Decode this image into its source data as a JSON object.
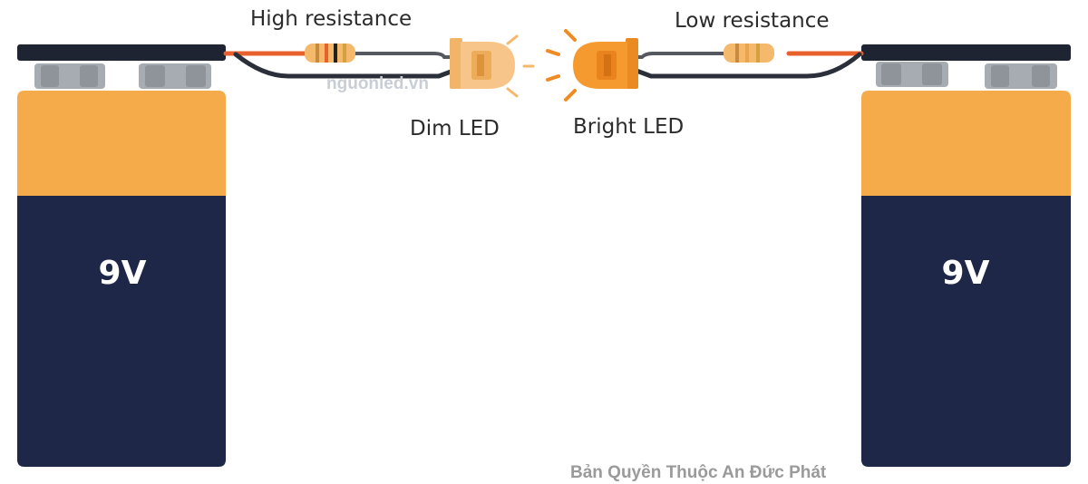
{
  "labels": {
    "high_resistance": "High resistance",
    "low_resistance": "Low resistance",
    "dim_led": "Dim LED",
    "bright_led": "Bright LED"
  },
  "watermark": "nguonled.vn",
  "copyright": "Bản Quyền Thuộc An Đức Phát",
  "batteries": {
    "left": {
      "voltage": "9V"
    },
    "right": {
      "voltage": "9V"
    }
  },
  "colors": {
    "battery_top": "#f6ab4a",
    "battery_body": "#1e2747",
    "battery_cap": "#1f2433",
    "terminal": "#a7acb3",
    "wire_red": "#e8602c",
    "wire_dark": "#2a2f3a",
    "resistor": "#f5b96b",
    "led_dim": "#f7c58a",
    "led_bright": "#f59a2e"
  }
}
